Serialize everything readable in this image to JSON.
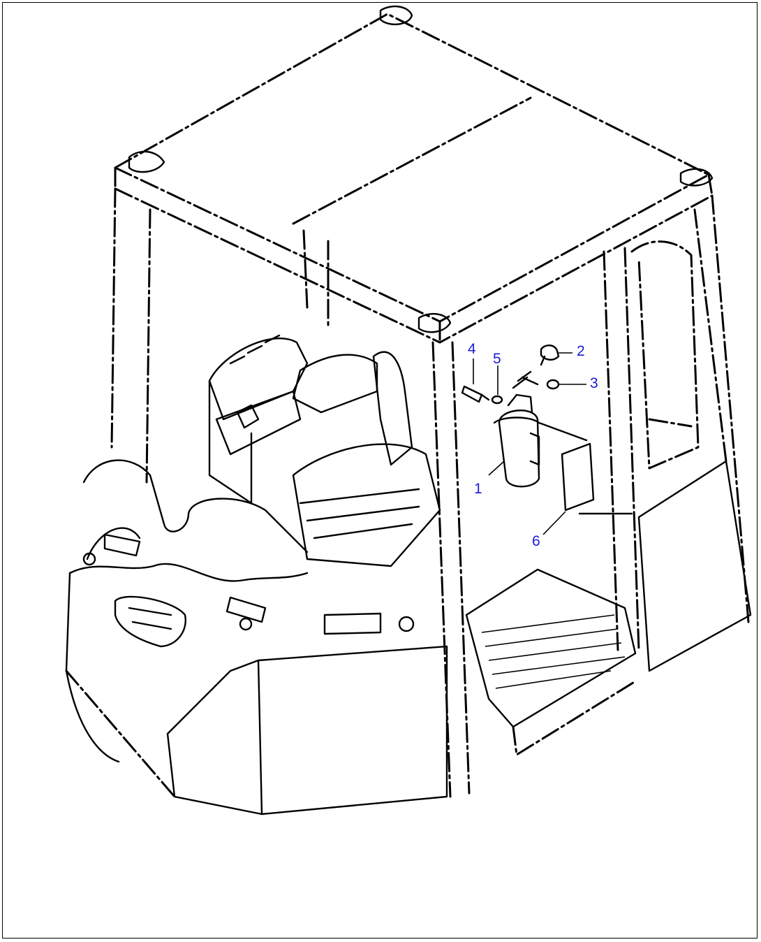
{
  "figure": {
    "description_labels": [
      {
        "id": "1",
        "text": "1"
      },
      {
        "id": "2",
        "text": "2"
      },
      {
        "id": "3",
        "text": "3"
      },
      {
        "id": "4",
        "text": "4"
      },
      {
        "id": "5",
        "text": "5"
      },
      {
        "id": "6",
        "text": "6"
      }
    ]
  },
  "colors": {
    "line": "#000000",
    "callout": "#1a1ad8",
    "background": "#ffffff"
  }
}
